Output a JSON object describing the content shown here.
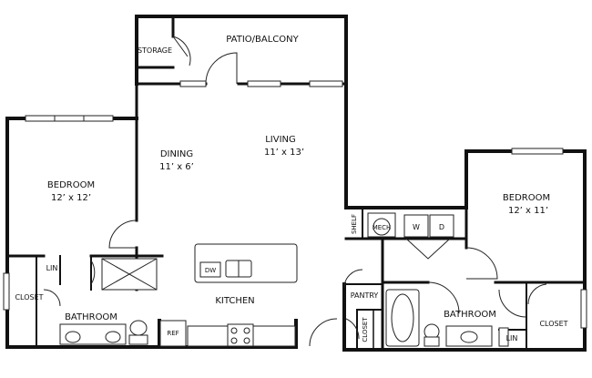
{
  "rooms": {
    "storage": {
      "name": "STORAGE"
    },
    "patio": {
      "name": "PATIO/BALCONY"
    },
    "living": {
      "name": "LIVING",
      "dims": "11’ x 13’"
    },
    "dining": {
      "name": "DINING",
      "dims": "11’ x 6’"
    },
    "bedroom_left": {
      "name": "BEDROOM",
      "dims": "12’ x 12’"
    },
    "bedroom_right": {
      "name": "BEDROOM",
      "dims": "12’ x 11’"
    },
    "kitchen": {
      "name": "KITCHEN"
    },
    "bathroom_left": {
      "name": "BATHROOM"
    },
    "bathroom_right": {
      "name": "BATHROOM"
    },
    "closet_left": {
      "name": "CLOSET"
    },
    "closet_right": {
      "name": "CLOSET"
    },
    "closet_mid": {
      "name": "CLOSET"
    },
    "pantry": {
      "name": "PANTRY"
    },
    "lin_left": {
      "name": "LIN"
    },
    "lin_right": {
      "name": "LIN"
    },
    "mech": {
      "name": "MECH"
    },
    "shelf": {
      "name": "SHELF"
    }
  },
  "fixtures": {
    "dw": "DW",
    "ref": "REF",
    "washer": "W",
    "dryer": "D"
  }
}
